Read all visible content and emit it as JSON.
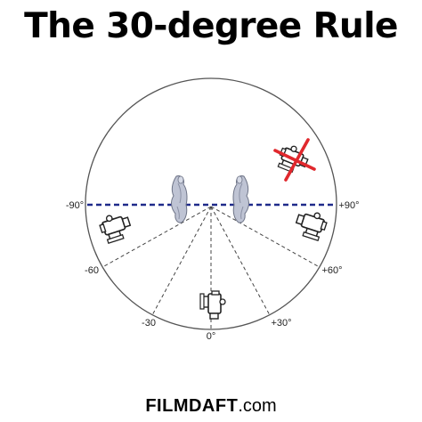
{
  "title": "The 30-degree Rule",
  "angles": [
    {
      "value": -90,
      "text": "-90°"
    },
    {
      "value": 90,
      "text": "+90°"
    },
    {
      "value": -60,
      "text": "-60"
    },
    {
      "value": 60,
      "text": "+60°"
    },
    {
      "value": -30,
      "text": "-30"
    },
    {
      "value": 30,
      "text": "+30°"
    },
    {
      "value": 0,
      "text": "0°"
    }
  ],
  "colors": {
    "axis_line": "#1f2a8a",
    "cross": "#e0282d",
    "circle": "#555555",
    "guides": "#444444"
  },
  "icons": [
    "camera-icon",
    "actor-figure-icon",
    "red-x-icon"
  ],
  "logo": {
    "part1": "FILM",
    "part2": "DAFT",
    "part3": ".com"
  }
}
